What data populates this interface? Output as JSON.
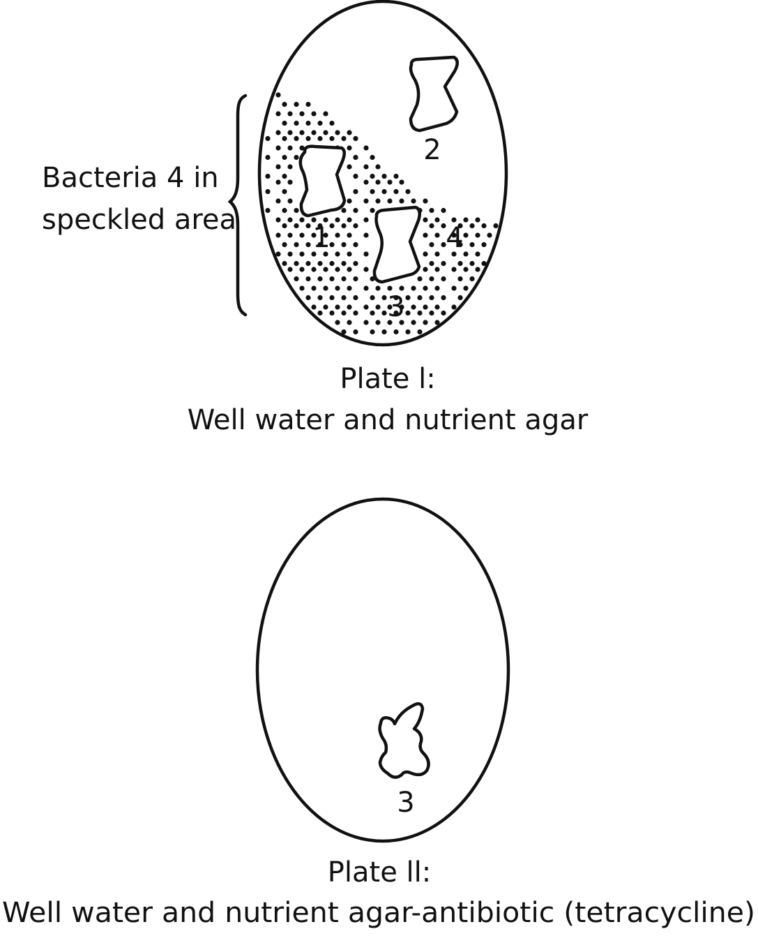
{
  "plate1": {
    "annotation_line1": "Bacteria 4 in",
    "annotation_line2": "speckled area",
    "colony_labels": [
      "1",
      "2",
      "3",
      "4"
    ],
    "caption_line1": "Plate l:",
    "caption_line2": "Well water and nutrient agar"
  },
  "plate2": {
    "colony_label": "3",
    "caption_line1": "Plate ll:",
    "caption_line2": "Well water and nutrient agar-antibiotic (tetracycline)"
  }
}
